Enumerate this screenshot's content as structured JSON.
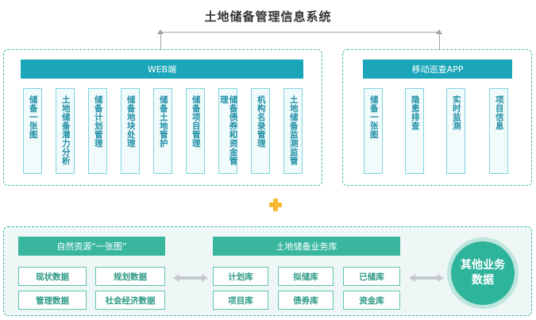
{
  "title": "土地储备管理信息系统",
  "web": {
    "header": "WEB端",
    "modules": [
      "储备一张图",
      "土地储备潜力分析",
      "储备计划管理",
      "储备地块处理",
      "储备土地管护",
      "储备项目管理",
      "储备债券和资金管理",
      "机构名录管理",
      "土地储备监测监管"
    ]
  },
  "app": {
    "header": "移动巡查APP",
    "modules": [
      "储备一张图",
      "隐患排查",
      "实时监测",
      "项目信息"
    ]
  },
  "natural": {
    "header": "自然资源“一张图”",
    "cells": [
      "现状数据",
      "规划数据",
      "管理数据",
      "社会经济数据"
    ]
  },
  "business": {
    "header": "土地储备业务库",
    "cells": [
      "计划库",
      "拟储库",
      "已储库",
      "项目库",
      "债券库",
      "资金库"
    ]
  },
  "other": {
    "line1": "其他业务",
    "line2": "数据"
  },
  "colors": {
    "web_accent": "#1aa6b8",
    "bottom_accent": "#39b79e",
    "plus": "#f5b82e"
  }
}
